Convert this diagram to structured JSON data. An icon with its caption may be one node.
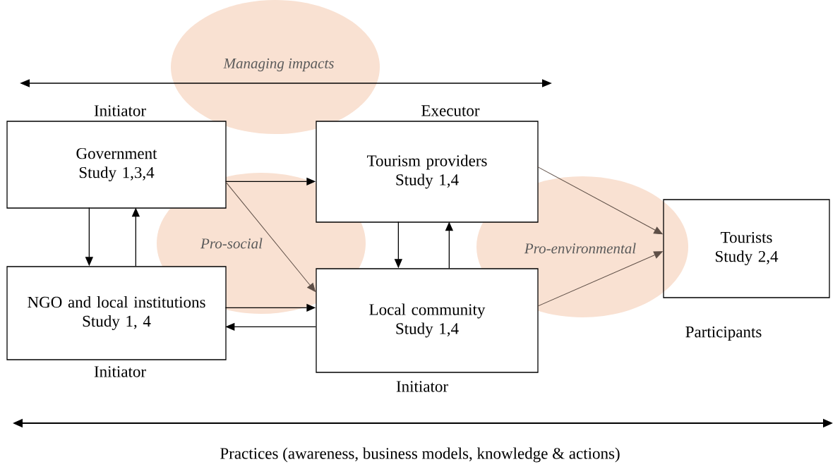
{
  "diagram": {
    "nodes": [
      {
        "text": [
          "Government",
          "Study 1,3,4"
        ],
        "beside": [
          "Initiator"
        ]
      },
      {
        "text": [
          "Tourism providers",
          "Study 1,4"
        ],
        "beside": [
          "Executor"
        ]
      },
      {
        "text": [
          "Tourists",
          "Study 2,4"
        ],
        "beside": [
          "Participants"
        ]
      },
      {
        "text": [
          "NGO and local institutions",
          "Study 1, 4"
        ],
        "beside": [
          "Initiator"
        ]
      },
      {
        "text": [
          "Local community",
          "Study 1,4"
        ],
        "beside": [
          "Initiator"
        ]
      }
    ],
    "edges": [
      {
        "from": 0,
        "to": 1,
        "arrow": "to"
      },
      {
        "from": 0,
        "to": 4,
        "arrow": "to",
        "color": "#5e4f47"
      },
      {
        "from": 0,
        "to": 3,
        "arrow": "to"
      },
      {
        "from": 3,
        "to": 0,
        "arrow": "to"
      },
      {
        "from": 1,
        "to": 4,
        "arrow": "to"
      },
      {
        "from": 4,
        "to": 1,
        "arrow": "to"
      },
      {
        "from": 3,
        "to": 4,
        "arrow": "to"
      },
      {
        "from": 4,
        "to": 3,
        "arrow": "to"
      },
      {
        "from": 1,
        "to": 2,
        "arrow": "to",
        "color": "#5e4f47"
      },
      {
        "from": 4,
        "to": 2,
        "arrow": "to",
        "color": "#5e4f47"
      }
    ],
    "labels": [
      "Managing impacts",
      "Pro-social",
      "Pro-environmental",
      "Practices (awareness, business models, knowledge & actions)"
    ]
  }
}
